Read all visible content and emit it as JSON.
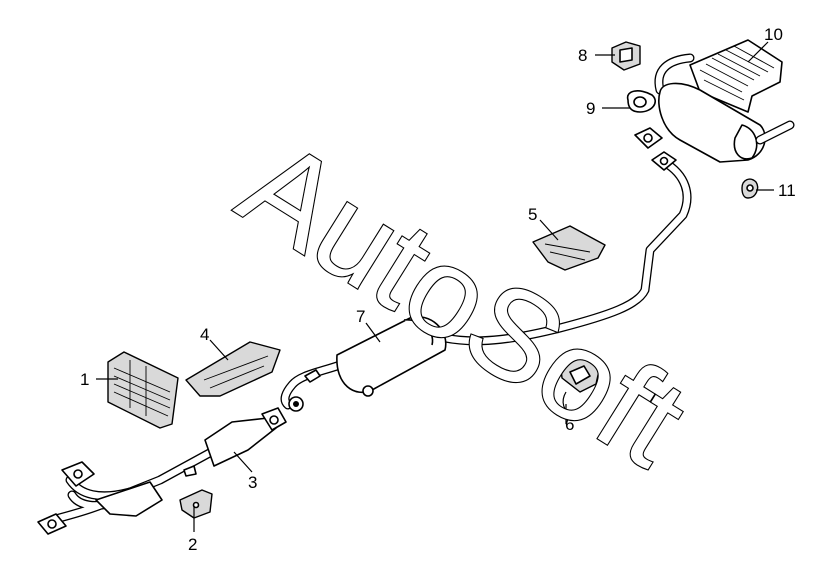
{
  "watermark": {
    "text": "AutoSoft"
  },
  "callouts": [
    {
      "id": "part-1",
      "label": "1"
    },
    {
      "id": "part-2",
      "label": "2"
    },
    {
      "id": "part-3",
      "label": "3"
    },
    {
      "id": "part-4",
      "label": "4"
    },
    {
      "id": "part-5",
      "label": "5"
    },
    {
      "id": "part-6",
      "label": "6"
    },
    {
      "id": "part-7",
      "label": "7"
    },
    {
      "id": "part-8",
      "label": "8"
    },
    {
      "id": "part-9",
      "label": "9"
    },
    {
      "id": "part-10",
      "label": "10"
    },
    {
      "id": "part-11",
      "label": "11"
    }
  ]
}
